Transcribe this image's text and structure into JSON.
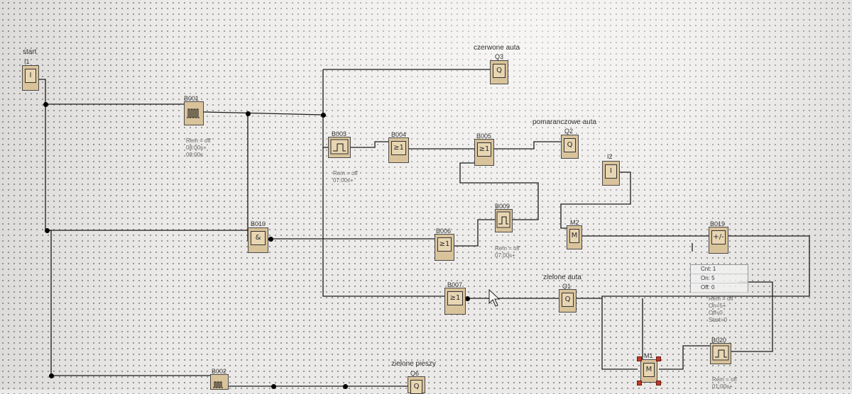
{
  "inputs": [
    {
      "net": "start",
      "name": "I1",
      "symbol": "I"
    },
    {
      "net": "",
      "name": "I2",
      "symbol": "I"
    }
  ],
  "outputs": [
    {
      "net": "czerwone auta",
      "name": "Q3",
      "symbol": "Q"
    },
    {
      "net": "pomaranczowe auta",
      "name": "Q2",
      "symbol": "Q"
    },
    {
      "net": "zielone auta",
      "name": "Q1",
      "symbol": "Q"
    },
    {
      "net": "zielone pieszy",
      "name": "Q6",
      "symbol": "Q"
    }
  ],
  "flags": [
    {
      "name": "M2",
      "symbol": "M"
    },
    {
      "name": "M1",
      "symbol": "M"
    }
  ],
  "blocks": {
    "b001": {
      "name": "B001",
      "params": "Rem = off\n08:00s+\n08:00s"
    },
    "b002": {
      "name": "B002"
    },
    "b003": {
      "name": "B003",
      "params": "Rem = off\n07:00s+"
    },
    "b004": {
      "name": "B004",
      "symbol": "≥1"
    },
    "b005": {
      "name": "B005",
      "symbol": "≥1"
    },
    "b006": {
      "name": "B006",
      "symbol": "≥1"
    },
    "b007": {
      "name": "B007",
      "symbol": "≥1"
    },
    "b009": {
      "name": "B009",
      "params": "Rem = off\n07:00s+"
    },
    "b010": {
      "name": "B010",
      "symbol": "&"
    },
    "b019": {
      "name": "B019",
      "symbol": "+/-",
      "params": "Rem = off\nOn=5+\nOff=0\nStart=0"
    },
    "b020": {
      "name": "B020",
      "params": "Rem = off\n01:00s+"
    }
  },
  "param_popup": [
    "Cnt: 1",
    "On: 5",
    "Off: 0"
  ],
  "colors": {
    "block_fill": "#d9c39b",
    "wire": "#1a1a1a",
    "canvas": "#eceae8",
    "selection_handle": "#c0392b"
  }
}
